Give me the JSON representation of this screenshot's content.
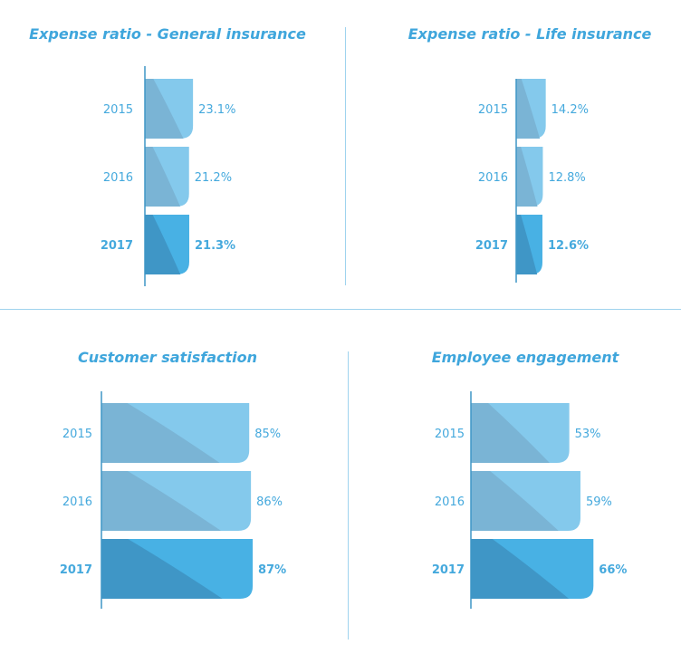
{
  "chart_data": [
    {
      "type": "bar",
      "title": "Expense ratio - General insurance",
      "categories": [
        "2015",
        "2016",
        "2017"
      ],
      "values": [
        23.1,
        21.2,
        21.3
      ],
      "value_labels": [
        "23.1%",
        "21.2%",
        "21.3%"
      ],
      "highlight": "2017"
    },
    {
      "type": "bar",
      "title": "Expense ratio - Life insurance",
      "categories": [
        "2015",
        "2016",
        "2017"
      ],
      "values": [
        14.2,
        12.8,
        12.6
      ],
      "value_labels": [
        "14.2%",
        "12.8%",
        "12.6%"
      ],
      "highlight": "2017"
    },
    {
      "type": "bar",
      "title": "Customer satisfaction",
      "categories": [
        "2015",
        "2016",
        "2017"
      ],
      "values": [
        85,
        86,
        87
      ],
      "value_labels": [
        "85%",
        "86%",
        "87%"
      ],
      "highlight": "2017"
    },
    {
      "type": "bar",
      "title": "Employee engagement",
      "categories": [
        "2015",
        "2016",
        "2017"
      ],
      "values": [
        53,
        59,
        66
      ],
      "value_labels": [
        "53%",
        "59%",
        "66%"
      ],
      "highlight": "2017"
    }
  ],
  "colors": {
    "light_bar": "#84c9ec",
    "light_bar_shade": "#7ab4d5",
    "dark_bar": "#48b1e4",
    "dark_bar_shade": "#3f96c6",
    "text": "#45a9dd",
    "divider": "#9fd3ee"
  }
}
